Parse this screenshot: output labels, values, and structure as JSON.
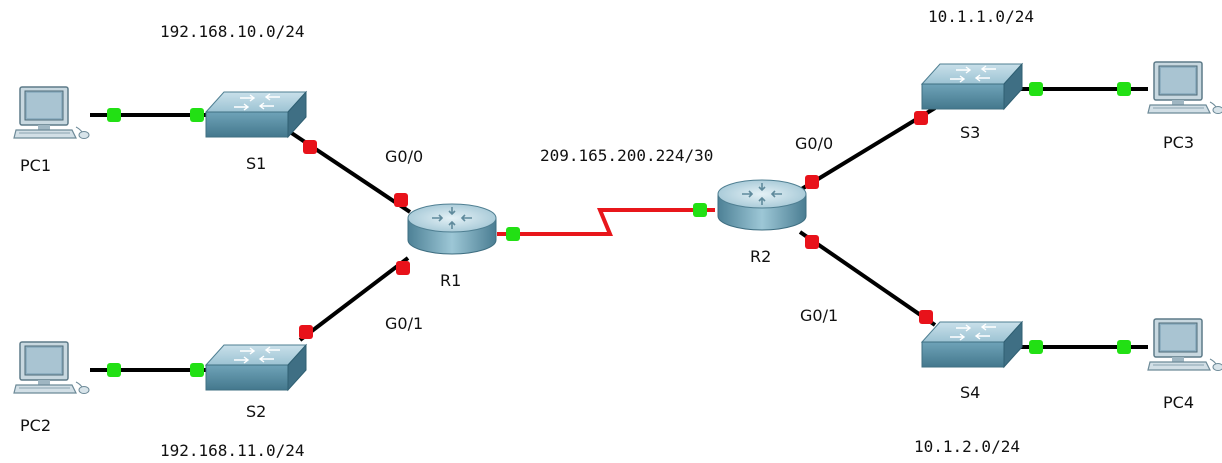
{
  "topology": {
    "networks": {
      "lan_pc1": "192.168.10.0/24",
      "lan_pc2": "192.168.11.0/24",
      "wan": "209.165.200.224/30",
      "lan_pc3": "10.1.1.0/24",
      "lan_pc4": "10.1.2.0/24"
    },
    "devices": {
      "pc1": "PC1",
      "pc2": "PC2",
      "pc3": "PC3",
      "pc4": "PC4",
      "s1": "S1",
      "s2": "S2",
      "s3": "S3",
      "s4": "S4",
      "r1": "R1",
      "r2": "R2"
    },
    "interfaces": {
      "r1_g00": "G0/0",
      "r1_g01": "G0/1",
      "r2_g00": "G0/0",
      "r2_g01": "G0/1"
    },
    "colors": {
      "ethernet_link": "#000000",
      "serial_link": "#e8161b",
      "link_up": "#22e014",
      "link_down": "#e8121a",
      "switch_body": "#6fa3b8",
      "router_body": "#7fb2c6"
    }
  }
}
